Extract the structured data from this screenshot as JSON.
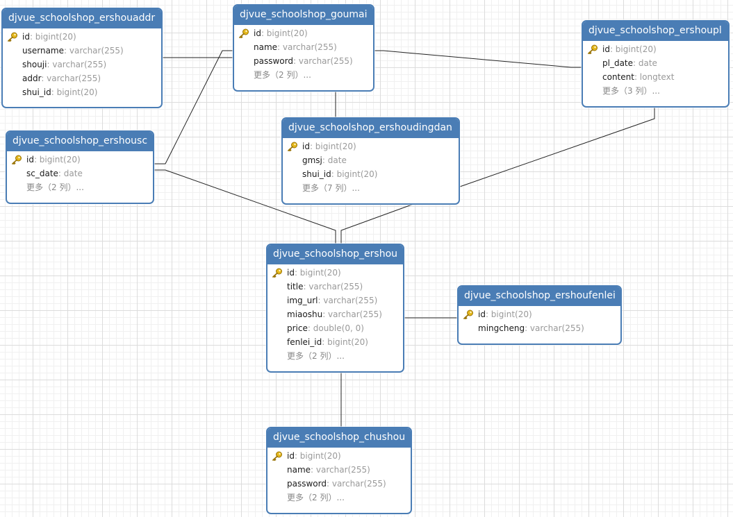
{
  "colors": {
    "header": "#4a7db5",
    "key": "#e5b81c",
    "type": "#999999"
  },
  "tables": {
    "ershouaddr": {
      "title": "djvue_schoolshop_ershouaddr",
      "columns": [
        {
          "name": "id",
          "type": ": bigint(20)",
          "pk": true
        },
        {
          "name": "username",
          "type": ": varchar(255)"
        },
        {
          "name": "shouji",
          "type": ": varchar(255)"
        },
        {
          "name": "addr",
          "type": ": varchar(255)"
        },
        {
          "name": "shui_id",
          "type": ": bigint(20)"
        }
      ]
    },
    "goumai": {
      "title": "djvue_schoolshop_goumai",
      "columns": [
        {
          "name": "id",
          "type": ": bigint(20)",
          "pk": true
        },
        {
          "name": "name",
          "type": ": varchar(255)"
        },
        {
          "name": "password",
          "type": ": varchar(255)"
        }
      ],
      "more": "更多（2 列）..."
    },
    "ershoupl": {
      "title": "djvue_schoolshop_ershoupl",
      "columns": [
        {
          "name": "id",
          "type": ": bigint(20)",
          "pk": true
        },
        {
          "name": "pl_date",
          "type": ": date"
        },
        {
          "name": "content",
          "type": ": longtext"
        }
      ],
      "more": "更多（3 列）..."
    },
    "ershousc": {
      "title": "djvue_schoolshop_ershousc",
      "columns": [
        {
          "name": "id",
          "type": ": bigint(20)",
          "pk": true
        },
        {
          "name": "sc_date",
          "type": ": date"
        }
      ],
      "more": "更多（2 列）..."
    },
    "ershoudingdan": {
      "title": "djvue_schoolshop_ershoudingdan",
      "columns": [
        {
          "name": "id",
          "type": ": bigint(20)",
          "pk": true
        },
        {
          "name": "gmsj",
          "type": ": date"
        },
        {
          "name": "shui_id",
          "type": ": bigint(20)"
        }
      ],
      "more": "更多（7 列）..."
    },
    "ershou": {
      "title": "djvue_schoolshop_ershou",
      "columns": [
        {
          "name": "id",
          "type": ": bigint(20)",
          "pk": true
        },
        {
          "name": "title",
          "type": ": varchar(255)"
        },
        {
          "name": "img_url",
          "type": ": varchar(255)"
        },
        {
          "name": "miaoshu",
          "type": ": varchar(255)"
        },
        {
          "name": "price",
          "type": ": double(0, 0)"
        },
        {
          "name": "fenlei_id",
          "type": ": bigint(20)"
        }
      ],
      "more": "更多（2 列）..."
    },
    "ershoufenlei": {
      "title": "djvue_schoolshop_ershoufenlei",
      "columns": [
        {
          "name": "id",
          "type": ": bigint(20)",
          "pk": true
        },
        {
          "name": "mingcheng",
          "type": ": varchar(255)"
        }
      ]
    },
    "chushou": {
      "title": "djvue_schoolshop_chushou",
      "columns": [
        {
          "name": "id",
          "type": ": bigint(20)",
          "pk": true
        },
        {
          "name": "name",
          "type": ": varchar(255)"
        },
        {
          "name": "password",
          "type": ": varchar(255)"
        }
      ],
      "more": "更多（2 列）..."
    }
  }
}
